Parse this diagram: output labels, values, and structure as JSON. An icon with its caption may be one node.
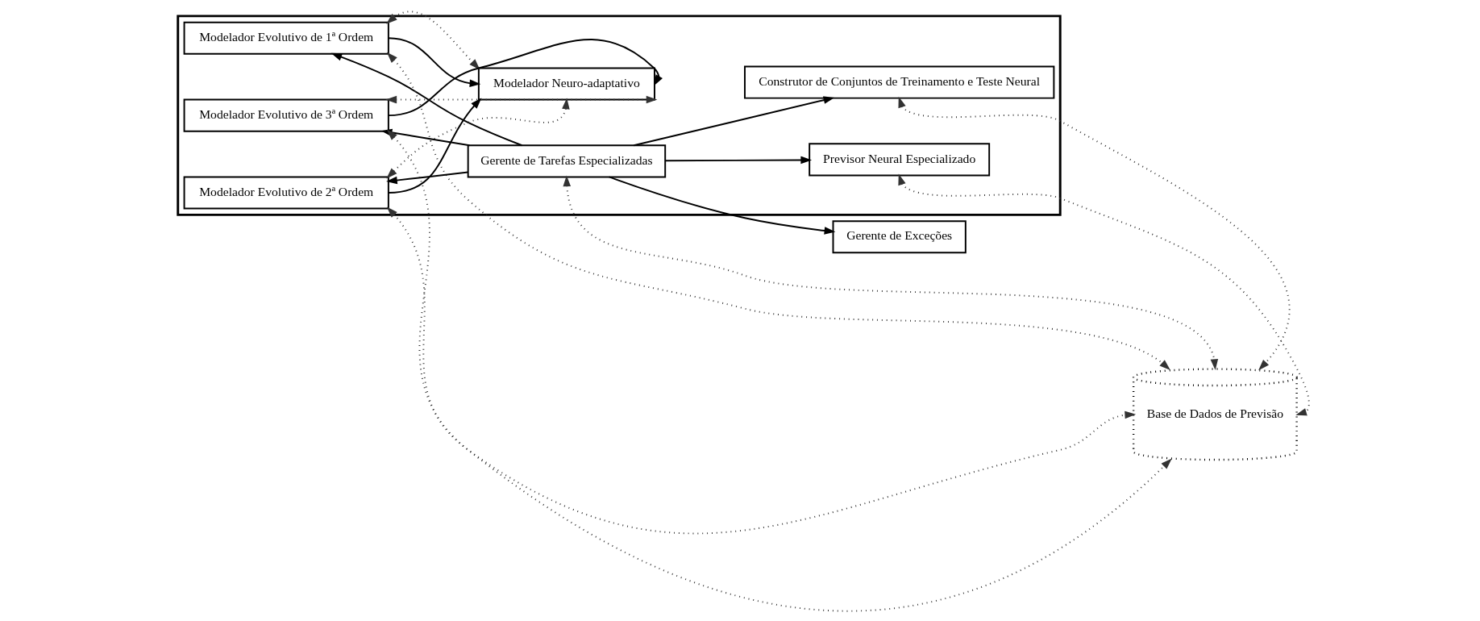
{
  "diagram": {
    "nodes": [
      {
        "text": [],
        "shape": "box"
      },
      {
        "text": [
          "Modelador Evolutivo de 1ª Ordem"
        ],
        "in": 0
      },
      {
        "text": [
          "Modelador Neuro-adaptativo"
        ],
        "in": 0
      },
      {
        "text": [
          "Construtor de Conjuntos de Treinamento e Teste Neural"
        ],
        "in": 0
      },
      {
        "text": [
          "Modelador Evolutivo de 2ª Ordem"
        ],
        "in": 0
      },
      {
        "text": [
          "Gerente de Tarefas Especializadas"
        ],
        "in": 0
      },
      {
        "text": [
          "Modelador Evolutivo de 3ª Ordem"
        ],
        "in": 0
      },
      {
        "text": [
          "Previsor Neural Especializado"
        ],
        "in": 0
      },
      {
        "text": [
          "Gerente de Exceções"
        ]
      },
      {
        "text": [
          "Base de Dados de Previsão"
        ]
      }
    ],
    "edges": [
      {
        "from": 1,
        "to": 2,
        "arrow": "both",
        "style": "dashed",
        "color": "#333333"
      },
      {
        "from": 1,
        "to": 2,
        "arrow": "to"
      },
      {
        "from": 5,
        "to": 1,
        "arrow": "to"
      },
      {
        "from": 4,
        "to": 2,
        "arrow": "both",
        "style": "dashed",
        "color": "#333333"
      },
      {
        "from": 4,
        "to": 2,
        "arrow": "to"
      },
      {
        "from": 6,
        "to": 2,
        "arrow": "both",
        "style": "dashed",
        "color": "#333333"
      },
      {
        "from": 6,
        "to": 2,
        "arrow": "to"
      },
      {
        "from": 5,
        "to": 4,
        "arrow": "to"
      },
      {
        "from": 5,
        "to": 6,
        "arrow": "to"
      },
      {
        "from": 5,
        "to": 3,
        "arrow": "to"
      },
      {
        "from": 5,
        "to": 7,
        "arrow": "to"
      },
      {
        "from": 5,
        "to": 8,
        "arrow": "to"
      },
      {
        "from": 1,
        "to": 9,
        "arrow": "both",
        "style": "dashed",
        "color": "#333333"
      },
      {
        "from": 4,
        "to": 9,
        "arrow": "both",
        "style": "dashed",
        "color": "#333333"
      },
      {
        "from": 6,
        "to": 9,
        "arrow": "both",
        "style": "dashed",
        "color": "#333333"
      },
      {
        "from": 5,
        "to": 9,
        "arrow": "both",
        "style": "dashed",
        "color": "#333333"
      },
      {
        "from": 3,
        "to": 9,
        "arrow": "both",
        "style": "dashed",
        "color": "#333333"
      },
      {
        "from": 7,
        "to": 9,
        "arrow": "both",
        "style": "dashed",
        "color": "#333333"
      }
    ]
  }
}
